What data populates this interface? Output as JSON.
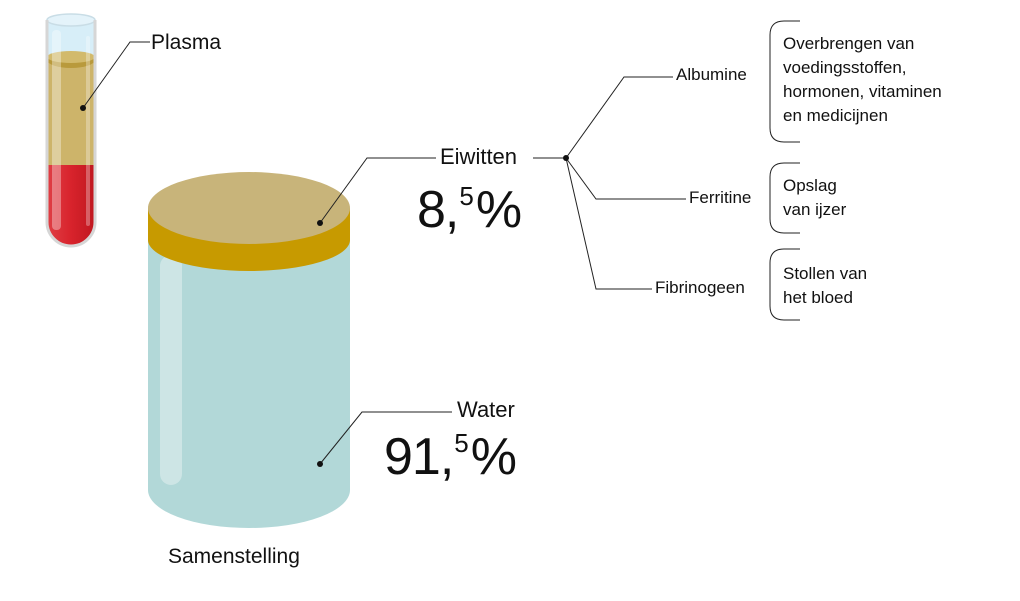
{
  "labels": {
    "plasma": "Plasma",
    "eiwitten": "Eiwitten",
    "water": "Water",
    "samenstelling": "Samenstelling"
  },
  "percentages": {
    "eiwitten": {
      "main": "8,",
      "sup": "5",
      "unit": "%"
    },
    "water": {
      "main": "91,",
      "sup": "5",
      "unit": "%"
    }
  },
  "proteins": [
    {
      "name": "Albumine",
      "description": "Overbrengen van\nvoedingsstoffen,\nhormonen, vitaminen\nen medicijnen"
    },
    {
      "name": "Ferritine",
      "description": "Opslag\nvan ijzer"
    },
    {
      "name": "Fibrinogeen",
      "description": "Stollen van\nhet bloed"
    }
  ],
  "colors": {
    "plasma": "#c8b47a",
    "protein_band": "#c79a00",
    "water": "#b2d8d8",
    "blood": "#d8232c",
    "line": "#222222"
  }
}
